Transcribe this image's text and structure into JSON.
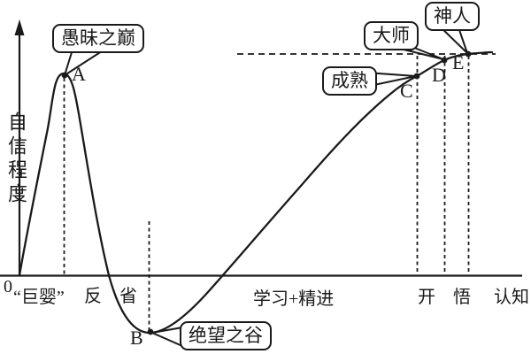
{
  "axes": {
    "origin_label": "0",
    "y_axis_label": "自信程度",
    "x_axis_end_label": "认知"
  },
  "x_segments": [
    {
      "label": "“巨婴”"
    },
    {
      "label": "反　省"
    },
    {
      "label": "学习+精进"
    },
    {
      "label": "开　悟"
    }
  ],
  "points": [
    {
      "id": "A",
      "callout": "愚昧之巅"
    },
    {
      "id": "B",
      "callout": "绝望之谷"
    },
    {
      "id": "C",
      "callout": "成熟"
    },
    {
      "id": "D",
      "callout": "大师"
    },
    {
      "id": "E",
      "callout": "神人"
    }
  ],
  "colors": {
    "line": "#1a1a1a",
    "background": "#ffffff"
  },
  "chart_data": {
    "type": "line",
    "title": "",
    "xlabel": "认知",
    "ylabel": "自信程度",
    "x_axis_stages": [
      "“巨婴”",
      "反省",
      "学习+精进",
      "开悟"
    ],
    "stage_boundaries_x": [
      9,
      26,
      79,
      89
    ],
    "x_range": [
      0,
      100
    ],
    "y_range": [
      -30,
      105
    ],
    "grid": false,
    "legend": "none",
    "points": [
      {
        "label": "A",
        "annotation": "愚昧之巅",
        "x": 9,
        "y": 90
      },
      {
        "label": "B",
        "annotation": "绝望之谷",
        "x": 26,
        "y": -26
      },
      {
        "label": "C",
        "annotation": "成熟",
        "x": 79,
        "y": 90
      },
      {
        "label": "D",
        "annotation": "大师",
        "x": 84,
        "y": 97
      },
      {
        "label": "E",
        "annotation": "神人",
        "x": 89,
        "y": 100
      }
    ],
    "curve_samples_xy": [
      [
        0,
        0
      ],
      [
        2,
        16
      ],
      [
        5,
        60
      ],
      [
        9,
        91
      ],
      [
        12,
        64
      ],
      [
        16,
        20
      ],
      [
        18,
        0
      ],
      [
        22,
        -22
      ],
      [
        26,
        -26
      ],
      [
        30,
        -22
      ],
      [
        37,
        -8
      ],
      [
        41,
        0
      ],
      [
        46,
        15
      ],
      [
        56,
        40
      ],
      [
        64,
        60
      ],
      [
        74,
        82
      ],
      [
        79,
        90
      ],
      [
        84,
        97
      ],
      [
        89,
        100
      ],
      [
        94,
        101
      ]
    ],
    "annotations_note": "horizontal dashed reference line at y=100 from x=43 to x=95; vertical dashed drop lines at points A, B, C, D, E; curve dips below x-axis around valley B"
  }
}
